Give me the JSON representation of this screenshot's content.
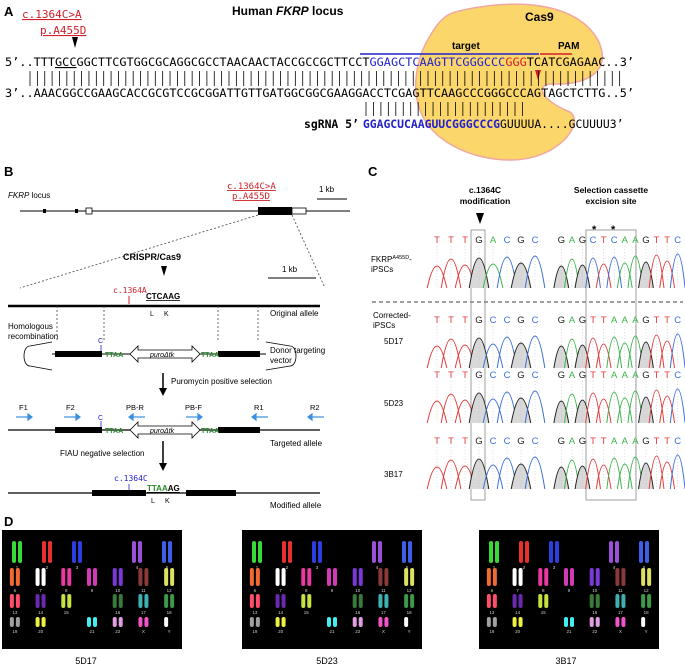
{
  "colors": {
    "red": "#d0202a",
    "blue": "#2222cc",
    "green": "#2a8a2a",
    "cas9_fill": "#fbd66b",
    "cas9_edge": "#f0a8a0",
    "chromat_A": "#3cb44b",
    "chromat_C": "#3c6fd8",
    "chromat_G": "#222222",
    "chromat_T": "#e23c3c",
    "karyo_bg": "#000000",
    "arrow_blue": "#3b8fe0"
  },
  "panelA": {
    "letter": "A",
    "title_prefix": "Human ",
    "title_gene": "FKRP",
    "title_suffix": " locus",
    "mutation_c": "c.1364C>A",
    "mutation_p": "p.A455D",
    "cas9_label": "Cas9",
    "target_label": "target",
    "pam_label": "PAM",
    "top_prefix": "5’..TTT",
    "top_codon": "GCC",
    "top_mid": "GGCTTCGTGGCGCAGGCGCCTAACAACTACCGCCGCTTCCT",
    "top_target": "GGAGCTCAAGTTCGGGCCC",
    "top_pam": "GGG",
    "top_suffix": "TCATCGAGAAC..3’",
    "bottom_strand": "3’..AAACGGCCGAAGCACCGCGTCCGCGGATTGTTGATGGCGGCGAAGGACCTCGAGTTCAAGCCCGGGCCCAGTAGCTCTTG..5’",
    "sgrna_label": "sgRNA 5’",
    "sgrna_seq": "GGAGCUCAAGUUCGGGCCCG",
    "sgrna_tail": "GUUUUA....GCUUUU3’"
  },
  "panelB": {
    "letter": "B",
    "locus_label": "FKRP",
    "locus_suffix": " locus",
    "mutation_c": "c.1364C>A",
    "mutation_p": "p.A455D",
    "scale_1": "1 kb",
    "crispr": "CRISPR/Cas9",
    "scale_2": "1 kb",
    "c1364a": "c.1364A",
    "ctcaag": "CTCAAG",
    "aa_L": "L",
    "aa_K": "K",
    "original_allele": "Original allele",
    "homologous": "Homologous\nrecombination",
    "c_letter": "C",
    "ttaa": "TTAA",
    "puro": "puroΔtk",
    "ttaaag_prefix": "TTAA",
    "ttaaag_suffix": "AG",
    "donor": "Donor targeting\nvector",
    "puro_sel": "Puromycin positive selection",
    "F1": "F1",
    "F2": "F2",
    "PBR": "PB-R",
    "PBF": "PB-F",
    "R1": "R1",
    "R2": "R2",
    "targeted": "Targeted allele",
    "fiau_sel": "FIAU negative selection",
    "c1364c": "c.1364C",
    "ttaaag_mod_prefix": "TTAA",
    "ttaaag_mod_suffix": "AG",
    "modified": "Modified allele"
  },
  "panelC": {
    "letter": "C",
    "col1_title": "c.1364C\nmodification",
    "col2_title": "Selection cassette\nexcision site",
    "star": "*",
    "seq1": [
      "T",
      "T",
      "T",
      "G",
      "A",
      "C",
      "G",
      "C"
    ],
    "seq2": [
      "G",
      "A",
      "G",
      "C",
      "T",
      "C",
      "A",
      "A",
      "G",
      "T",
      "T",
      "C"
    ],
    "seq1_corr": [
      "T",
      "T",
      "T",
      "G",
      "C",
      "C",
      "G",
      "C"
    ],
    "seq2_corr": [
      "G",
      "A",
      "G",
      "T",
      "T",
      "A",
      "A",
      "A",
      "G",
      "T",
      "T",
      "C"
    ],
    "row_labels": [
      "FKRP",
      "Corrected-\niPSCs",
      "5D17",
      "5D23",
      "3B17"
    ],
    "fkrp_sup": "A455D",
    "fkrp_suffix": "-\niPSCs"
  },
  "panelD": {
    "letter": "D",
    "samples": [
      "5D17",
      "5D23",
      "3B17"
    ],
    "chrom_labels": [
      "1",
      "2",
      "3",
      "4",
      "5",
      "6",
      "7",
      "8",
      "9",
      "10",
      "11",
      "12",
      "13",
      "14",
      "15",
      "16",
      "17",
      "18",
      "19",
      "20",
      "21",
      "22",
      "X",
      "Y"
    ]
  }
}
